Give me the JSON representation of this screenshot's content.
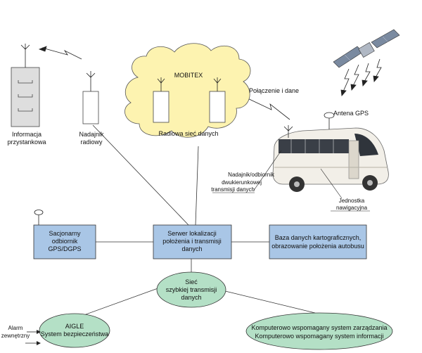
{
  "labels": {
    "info_line1": "Informacja",
    "info_line2": "przystankowa",
    "transmitter_line1": "Nadajnik",
    "transmitter_line2": "radiowy",
    "cloud_title": "MOBITEX",
    "cloud_subtitle": "Radiowa sieć danych",
    "connection": "Połączenie i dane",
    "antenna_gps": "Antena GPS",
    "bidirectional_line1": "Nadajnik/odbiornik",
    "bidirectional_line2": "dwukierunkowej",
    "bidirectional_line3": "transmisji danych",
    "nav_unit_line1": "Jednostka",
    "nav_unit_line2": "nawigacyjna"
  },
  "boxes": {
    "gps_receiver": [
      "Sacjonarny",
      "odbiornik",
      "GPS/DGPS"
    ],
    "server": [
      "Serwer lokalizacji",
      "położenia i transmisji",
      "danych"
    ],
    "map_db": [
      "Baza danych kartograficznych,",
      "obrazowanie położenia autobusu"
    ]
  },
  "ellipses": {
    "network": [
      "Sieć",
      "szybkiej transmisji",
      "danych"
    ],
    "aigle": [
      "AIGLE",
      "System bezpieczeństwa"
    ],
    "computer": [
      "Komputerowo wspomagany system zarządzania",
      "Komputerowo wspomagany system informacji"
    ]
  },
  "alarm": {
    "line1": "Alarm",
    "line2": "zewnętrzny"
  },
  "colors": {
    "box_fill": "#a9c6e6",
    "ellipse_fill": "#b4e0c6",
    "cloud_fill": "#fdf3b0",
    "line": "#333333"
  }
}
